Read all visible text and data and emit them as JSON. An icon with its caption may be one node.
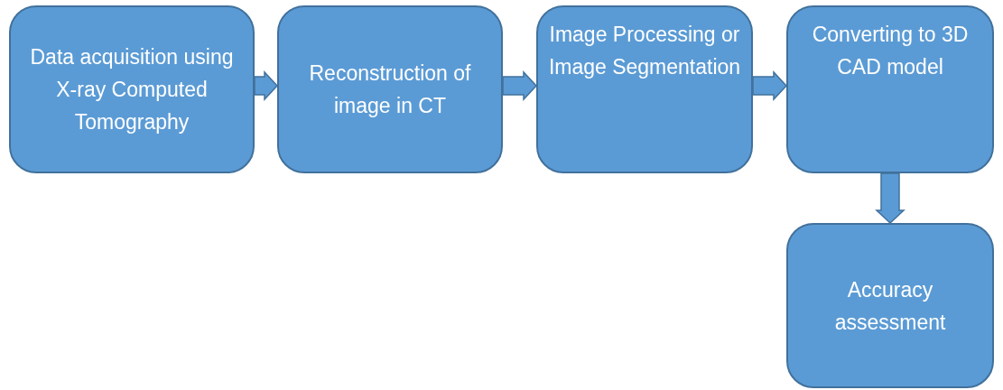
{
  "diagram": {
    "nodes": [
      {
        "text": [
          "Data acquisition using X-ray Computed Tomography"
        ]
      },
      {
        "text": [
          "Reconstruction of image in CT"
        ]
      },
      {
        "text": [
          "Image Processing or Image Segmentation"
        ]
      },
      {
        "text": [
          "Converting to 3D CAD model"
        ]
      },
      {
        "text": [
          "Accuracy assessment"
        ]
      }
    ],
    "edges": [
      {
        "from": 0,
        "to": 1,
        "arrow": "to"
      },
      {
        "from": 1,
        "to": 2,
        "arrow": "to"
      },
      {
        "from": 2,
        "to": 3,
        "arrow": "to"
      },
      {
        "from": 3,
        "to": 4,
        "arrow": "to"
      }
    ]
  }
}
